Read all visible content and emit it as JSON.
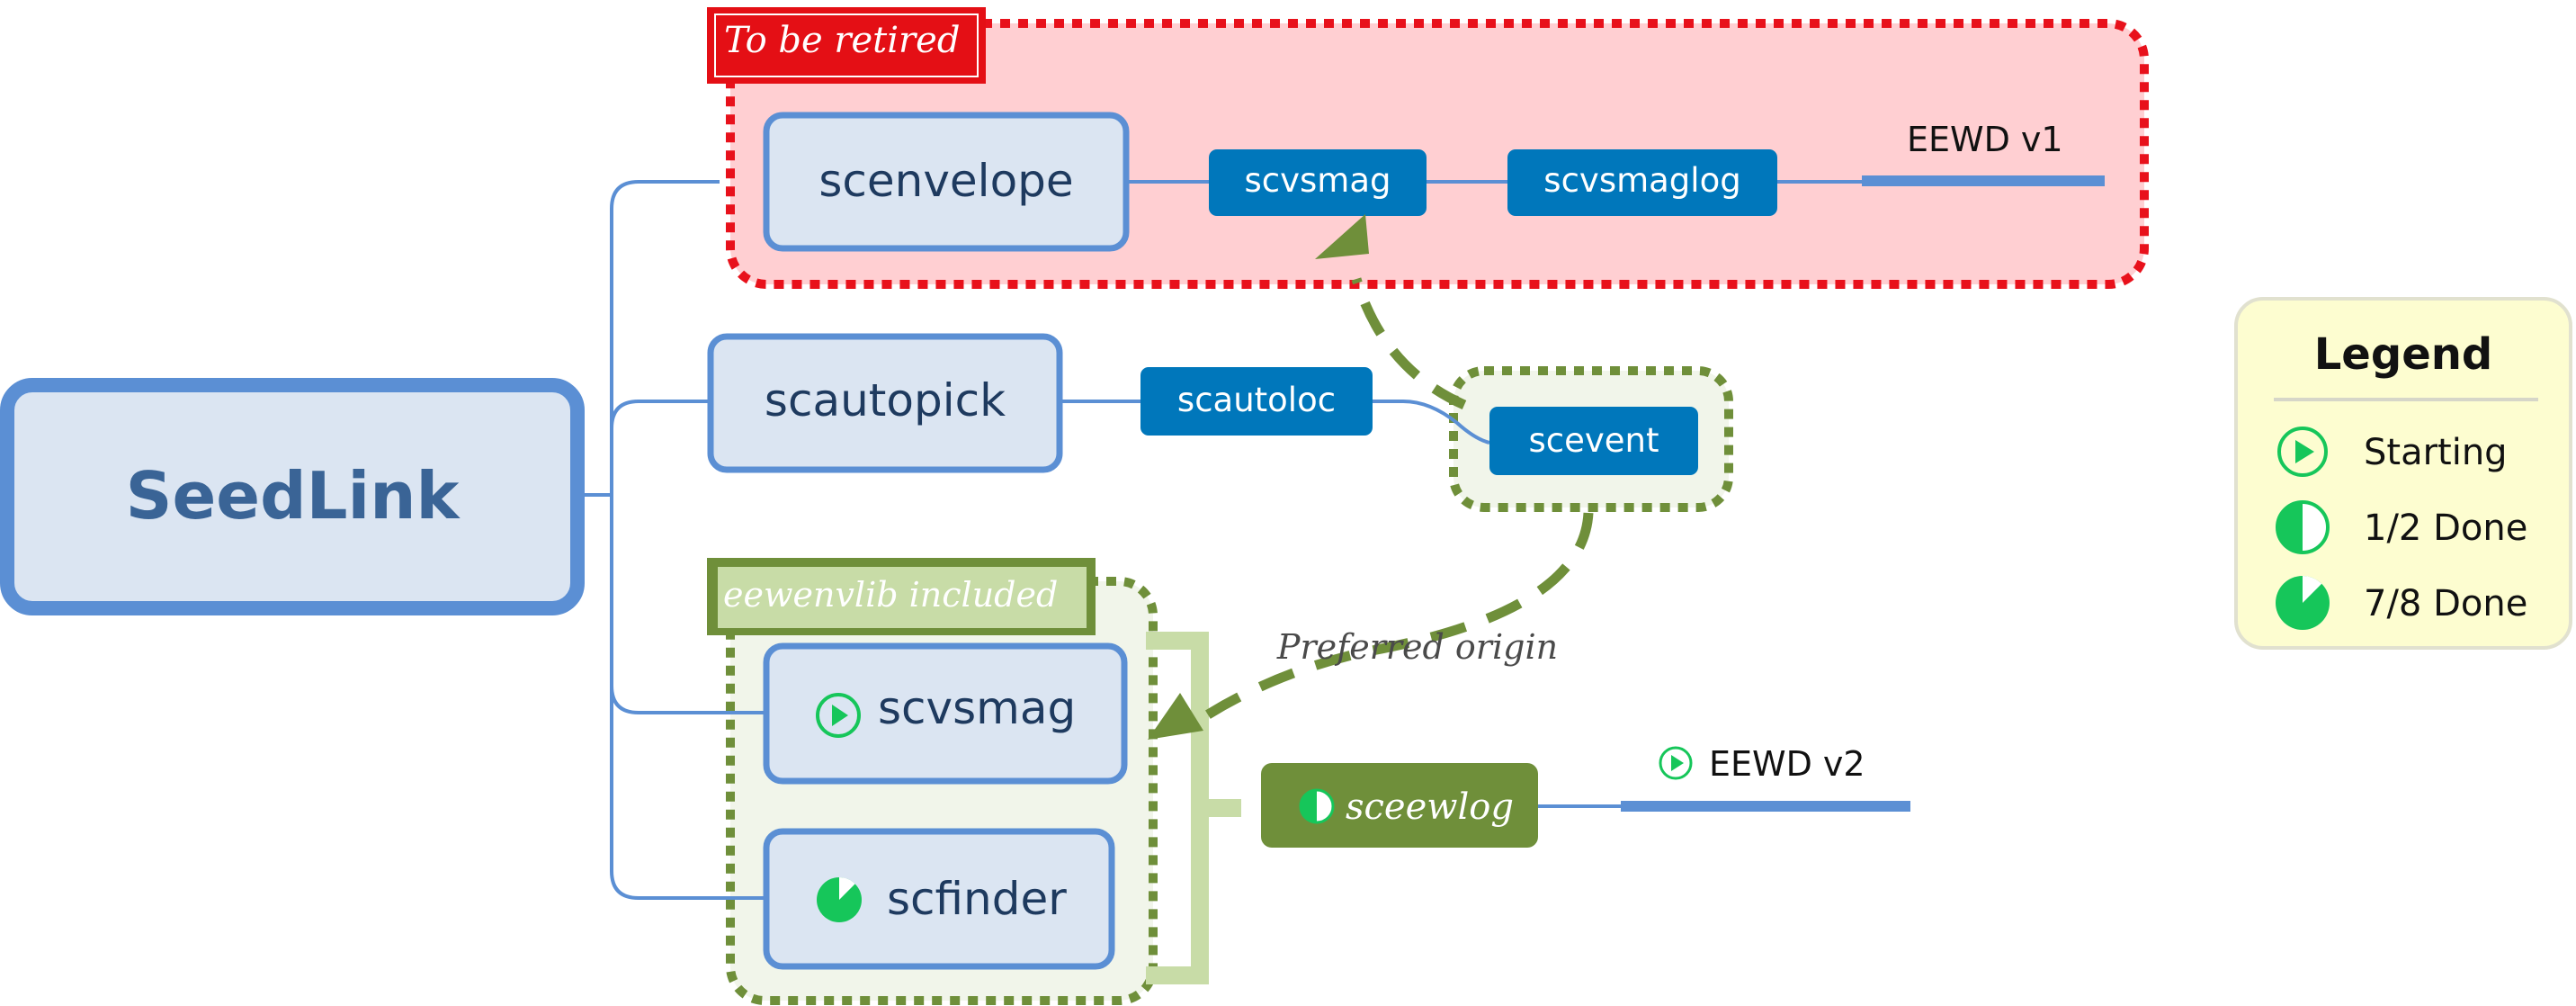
{
  "root": {
    "label": "SeedLink"
  },
  "groups": {
    "retired": {
      "label": "To be retired"
    },
    "eewenvlib": {
      "label": "eewenvlib included"
    }
  },
  "nodes": {
    "scenvelope": "scenvelope",
    "scautopick": "scautopick",
    "scvsmag_top": "scvsmag",
    "scvsmaglog": "scvsmaglog",
    "scautoloc": "scautoloc",
    "scevent": "scevent",
    "scvsmag_new": "scvsmag",
    "scfinder": "scfinder",
    "sceewlog": "sceewlog"
  },
  "outputs": {
    "eewd_v1": "EEWD v1",
    "eewd_v2": "EEWD v2"
  },
  "edge_labels": {
    "preferred_origin": "Preferred origin"
  },
  "legend": {
    "title": "Legend",
    "items": [
      {
        "icon": "play-circle-icon",
        "label": "Starting"
      },
      {
        "icon": "half-pie-icon",
        "label": "1/2 Done"
      },
      {
        "icon": "seven-eighths-pie-icon",
        "label": "7/8 Done"
      }
    ]
  },
  "colors": {
    "module_fill": "#dbe5f2",
    "module_border": "#5b8fd4",
    "chip_blue": "#0077bb",
    "chip_green": "#6f8f3a",
    "retired_fill": "#ffcfd2",
    "retired_border": "#e8111b",
    "lib_fill": "#f1f5ea",
    "lib_border": "#6f8f3a",
    "arrow_green": "#6f8f3a",
    "status_green": "#16c65a",
    "legend_fill": "#fdfdd0"
  }
}
